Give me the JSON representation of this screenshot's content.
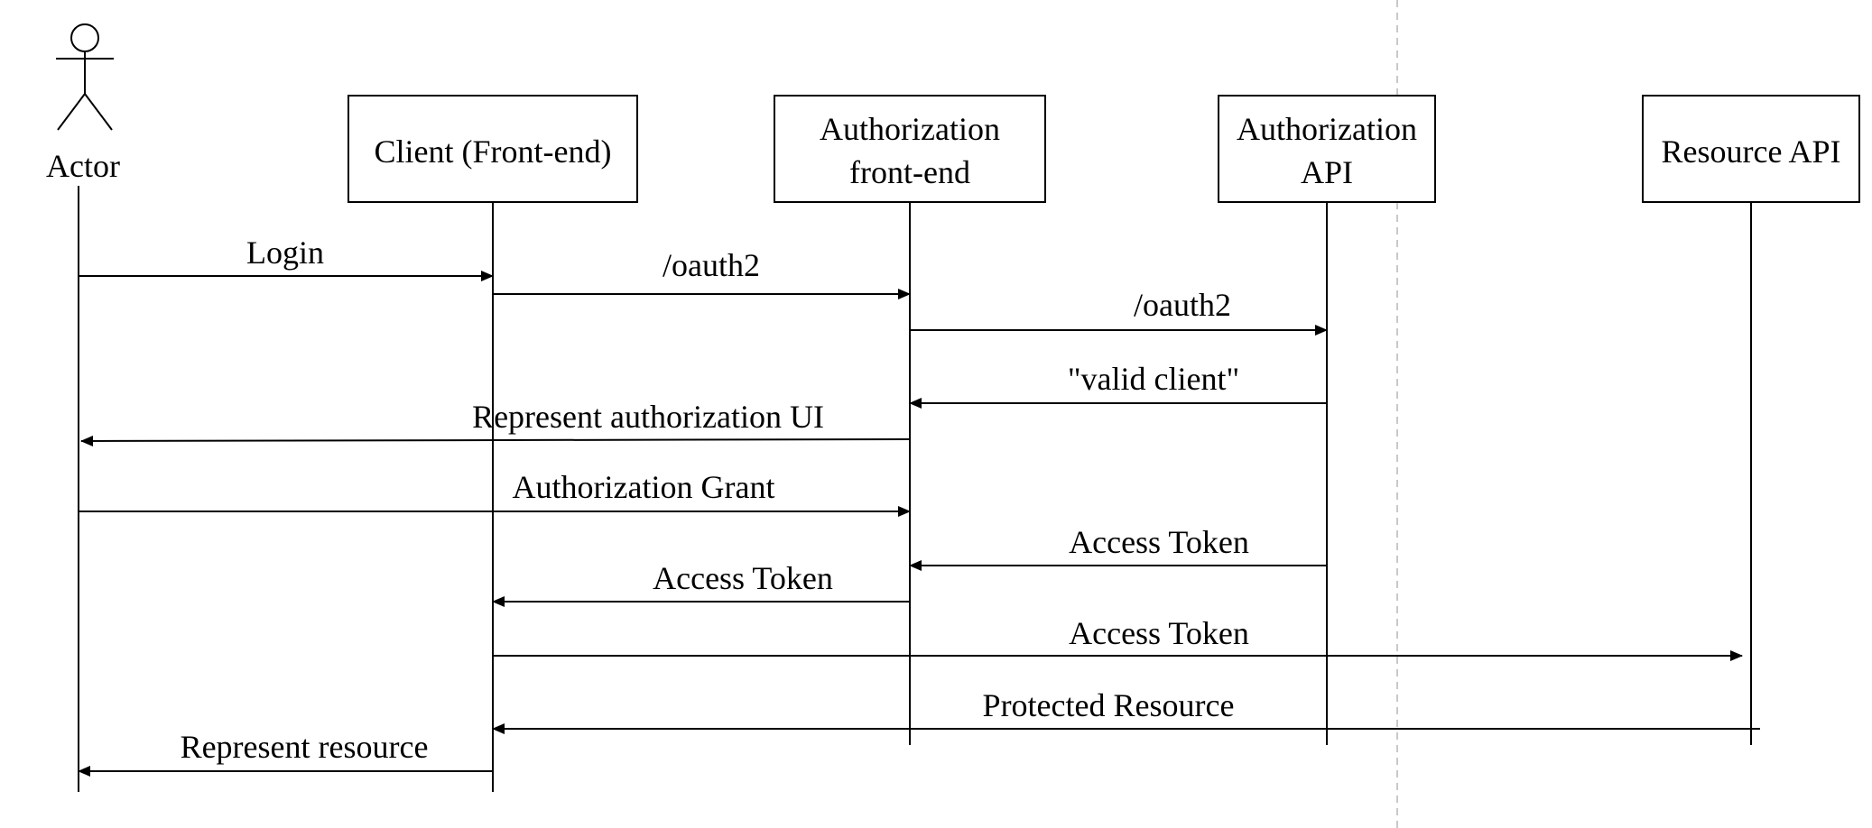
{
  "diagram": {
    "actor": {
      "label": "Actor"
    },
    "participants": [
      {
        "id": "client",
        "lines": [
          "Client (Front-end)"
        ]
      },
      {
        "id": "auth_fe",
        "lines": [
          "Authorization",
          "front-end"
        ]
      },
      {
        "id": "auth_api",
        "lines": [
          "Authorization",
          "API"
        ]
      },
      {
        "id": "resource_api",
        "lines": [
          "Resource API"
        ]
      }
    ],
    "messages": [
      {
        "from": "actor",
        "to": "client",
        "label": "Login"
      },
      {
        "from": "client",
        "to": "auth_fe",
        "label": "/oauth2"
      },
      {
        "from": "auth_fe",
        "to": "auth_api",
        "label": "/oauth2"
      },
      {
        "from": "auth_api",
        "to": "auth_fe",
        "label": "\"valid client\""
      },
      {
        "from": "auth_fe",
        "to": "actor",
        "label": "Represent authorization UI"
      },
      {
        "from": "actor",
        "to": "auth_fe",
        "label": "Authorization Grant"
      },
      {
        "from": "auth_api",
        "to": "auth_fe",
        "label": "Access Token"
      },
      {
        "from": "auth_fe",
        "to": "client",
        "label": "Access Token"
      },
      {
        "from": "client",
        "to": "resource_api",
        "label": "Access Token"
      },
      {
        "from": "resource_api",
        "to": "client",
        "label": "Protected Resource"
      },
      {
        "from": "client",
        "to": "actor",
        "label": "Represent resource"
      }
    ],
    "colors": {
      "stroke": "#000000",
      "background": "#ffffff",
      "guide": "#c8c8c8"
    }
  }
}
